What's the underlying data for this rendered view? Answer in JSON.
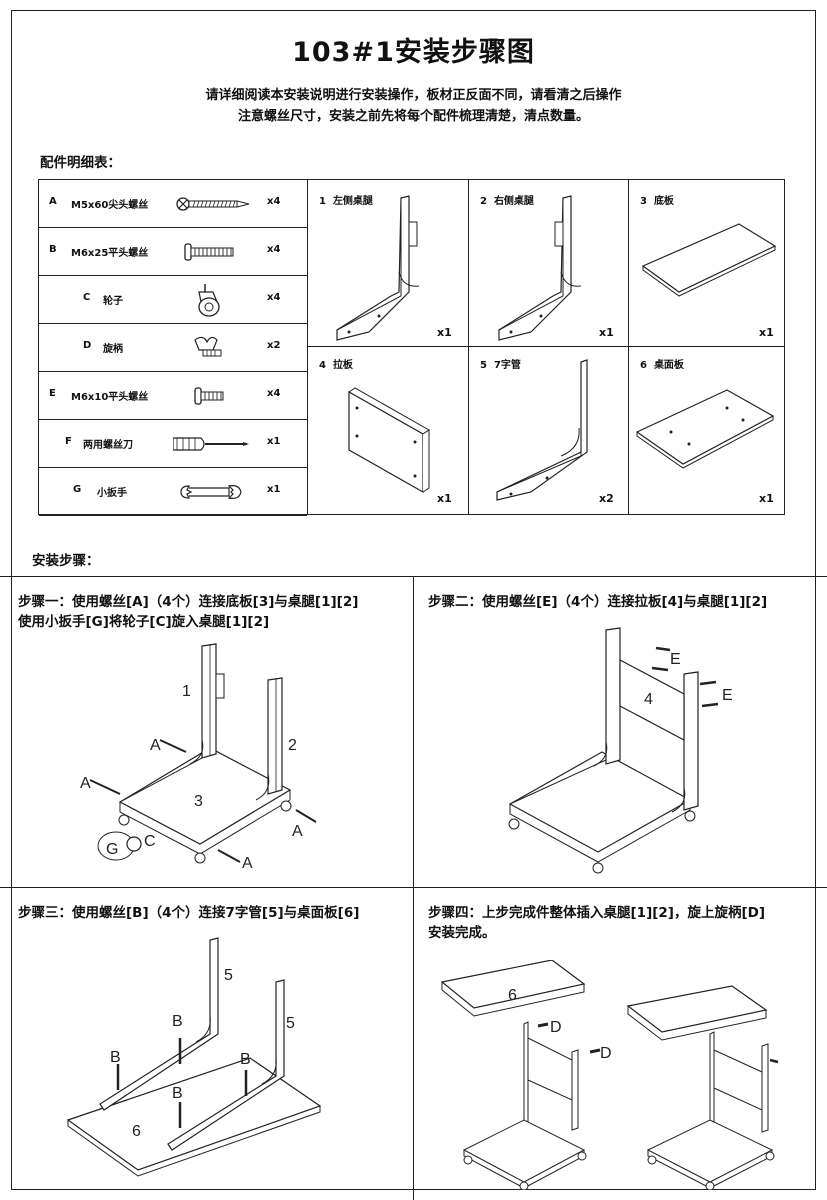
{
  "title": "103#1安装步骤图",
  "intro": {
    "line1": "请详细阅读本安装说明进行安装操作，板材正反面不同，请看清之后操作",
    "line2": "注意螺丝尺寸，安装之前先将每个配件梳理清楚，清点数量。"
  },
  "parts_heading": "配件明细表：",
  "hardware": [
    {
      "code": "A",
      "name": "M5x60尖头螺丝",
      "qty": "x4",
      "icon": "screw-pointed-icon"
    },
    {
      "code": "B",
      "name": "M6x25平头螺丝",
      "qty": "x4",
      "icon": "screw-flat-icon"
    },
    {
      "code": "C",
      "name": "轮子",
      "qty": "x4",
      "icon": "caster-wheel-icon"
    },
    {
      "code": "D",
      "name": "旋柄",
      "qty": "x2",
      "icon": "knob-icon"
    },
    {
      "code": "E",
      "name": "M6x10平头螺丝",
      "qty": "x4",
      "icon": "screw-short-icon"
    },
    {
      "code": "F",
      "name": "两用螺丝刀",
      "qty": "x1",
      "icon": "screwdriver-icon"
    },
    {
      "code": "G",
      "name": "小扳手",
      "qty": "x1",
      "icon": "wrench-icon"
    }
  ],
  "panels": [
    {
      "num": "1",
      "name": "左侧桌腿",
      "qty": "x1"
    },
    {
      "num": "2",
      "name": "右侧桌腿",
      "qty": "x1"
    },
    {
      "num": "3",
      "name": "底板",
      "qty": "x1"
    },
    {
      "num": "4",
      "name": "拉板",
      "qty": "x1"
    },
    {
      "num": "5",
      "name": "7字管",
      "qty": "x2"
    },
    {
      "num": "6",
      "name": "桌面板",
      "qty": "x1"
    }
  ],
  "steps_heading": "安装步骤：",
  "steps": [
    {
      "line1": "步骤一：使用螺丝[A]（4个）连接底板[3]与桌腿[1][2]",
      "line2": "使用小扳手[G]将轮子[C]旋入桌腿[1][2]"
    },
    {
      "line1": "步骤二：使用螺丝[E]（4个）连接拉板[4]与桌腿[1][2]",
      "line2": ""
    },
    {
      "line1": "步骤三：使用螺丝[B]（4个）连接7字管[5]与桌面板[6]",
      "line2": ""
    },
    {
      "line1": "步骤四：上步完成件整体插入桌腿[1][2]，旋上旋柄[D]",
      "line2": "安装完成。"
    }
  ],
  "callouts": {
    "one": "1",
    "two": "2",
    "three": "3",
    "four": "4",
    "five": "5",
    "six": "6",
    "A": "A",
    "B": "B",
    "C": "C",
    "D": "D",
    "E": "E",
    "G": "G"
  }
}
